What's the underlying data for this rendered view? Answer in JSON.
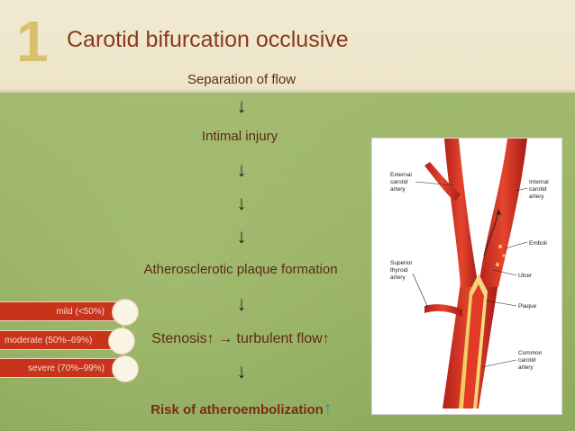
{
  "slide": {
    "number": "1",
    "title": "Carotid bifurcation occlusive"
  },
  "flow": {
    "separation": "Separation of flow",
    "arrow": "↓",
    "intimal_injury": "Intimal injury",
    "plaque_formation": "Atherosclerotic plaque formation",
    "stenosis": "Stenosis",
    "turbulent": "turbulent flow",
    "to_arrow": "→",
    "up_arrow": "↑",
    "risk": "Risk of atheroembolization"
  },
  "severity": [
    {
      "label": "mild (<50%)"
    },
    {
      "label": "moderate (50%–69%)"
    },
    {
      "label": "severe (70%–99%)"
    }
  ],
  "diagram": {
    "labels": {
      "external": [
        "External",
        "carotid",
        "artery"
      ],
      "internal": [
        "Internal",
        "carotid",
        "artery"
      ],
      "emboli": "Emboli",
      "superior": [
        "Superior",
        "thyroid",
        "artery"
      ],
      "ulcer": "Ulcer",
      "plaque": "Plaque",
      "common": [
        "Common",
        "carotid",
        "artery"
      ]
    }
  },
  "colors": {
    "title": "#8a3a1c",
    "number": "#d9c06a",
    "band": "#c8331b",
    "up_arrow": "#2a8fcf"
  }
}
